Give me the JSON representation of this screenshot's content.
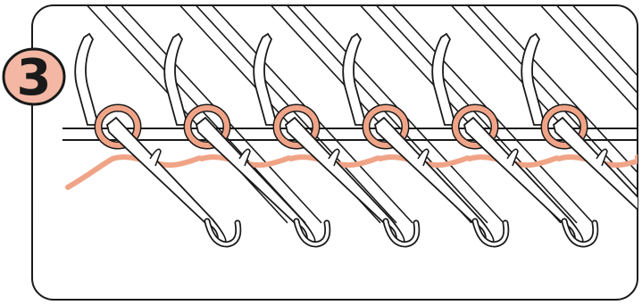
{
  "step": {
    "number": "3"
  },
  "colors": {
    "yarn": "#f0a487",
    "outline": "#1a1a1a",
    "needle_fill": "#ffffff",
    "badge_fill": "#f3b7a3",
    "frame": "#1a1a1a"
  },
  "diagram": {
    "needle_count": 6,
    "loop_count": 6,
    "icons": [
      "knitting-needle",
      "yarn-loop",
      "yarn-strand",
      "needle-bed-rail"
    ]
  }
}
